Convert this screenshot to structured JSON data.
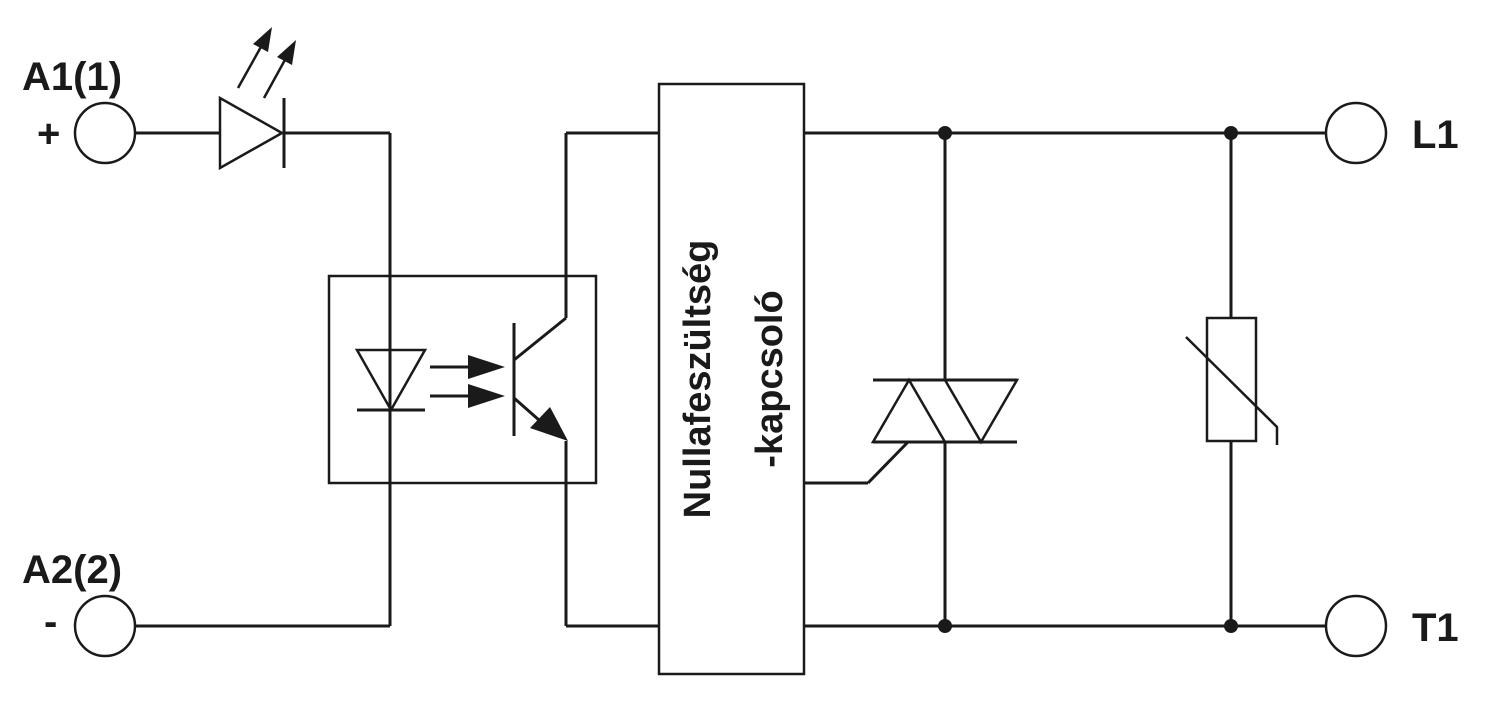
{
  "terminals": {
    "a1": {
      "label": "A1(1)",
      "polarity": "+"
    },
    "a2": {
      "label": "A2(2)",
      "polarity": "-"
    },
    "l1": {
      "label": "L1"
    },
    "t1": {
      "label": "T1"
    }
  },
  "zero_cross_switch": {
    "line1": "Nullafeszültség",
    "line2": "-kapcsoló"
  },
  "colors": {
    "ink": "#1a1a1a",
    "background": "#ffffff"
  },
  "components": [
    "input-led-icon",
    "optocoupler",
    "zero-cross-switch-block",
    "triac-icon",
    "varistor-icon"
  ]
}
